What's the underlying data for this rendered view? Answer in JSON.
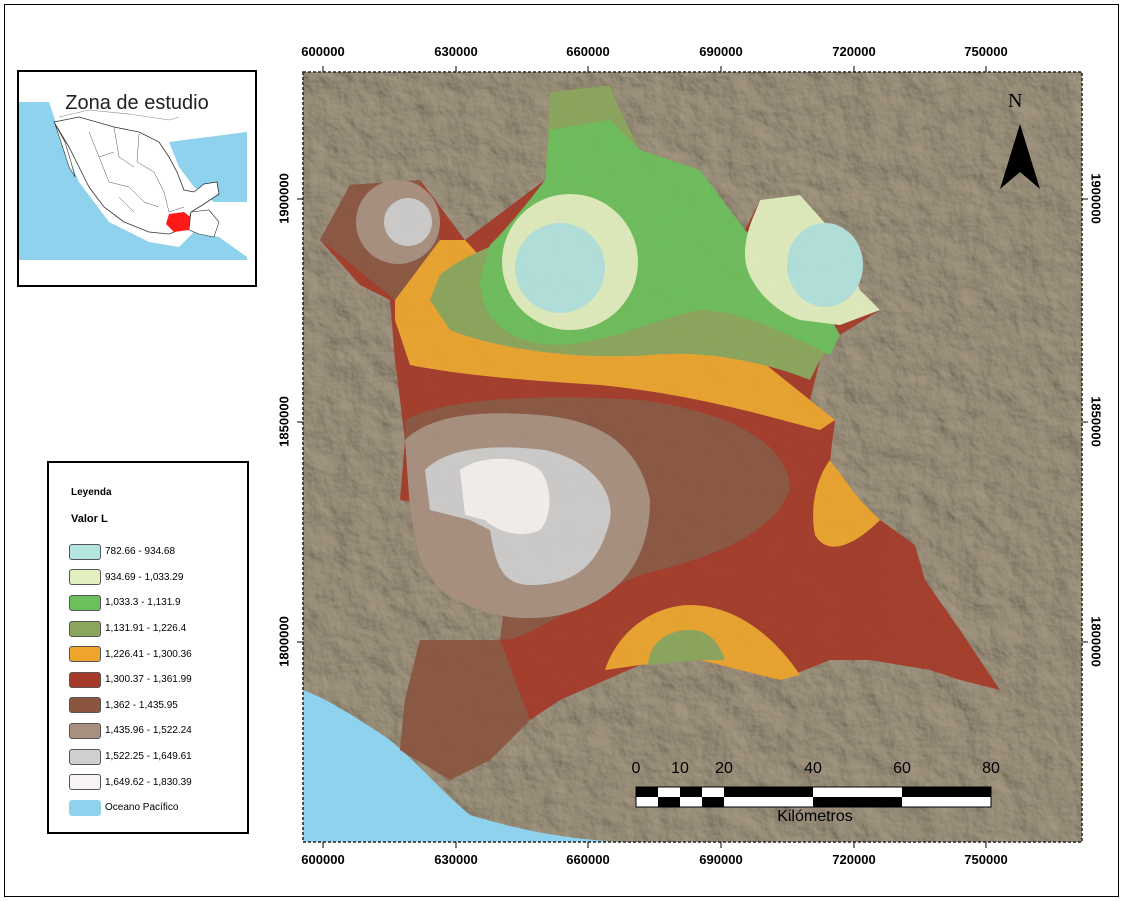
{
  "inset": {
    "title": "Zona de estudio"
  },
  "axes": {
    "x_ticks": [
      "600000",
      "630000",
      "660000",
      "690000",
      "720000",
      "750000"
    ],
    "y_ticks": [
      "1900000",
      "1850000",
      "1800000"
    ]
  },
  "legend": {
    "title": "Leyenda",
    "subtitle": "Valor L",
    "items": [
      {
        "label": "782.66 - 934.68",
        "color": "#b3e5e0"
      },
      {
        "label": "934.69 - 1,033.29",
        "color": "#e2f0c0"
      },
      {
        "label": "1,033.3 - 1,131.9",
        "color": "#6cc05c"
      },
      {
        "label": "1,131.91 - 1,226.4",
        "color": "#8aa65c"
      },
      {
        "label": "1,226.41 - 1,300.36",
        "color": "#eda52c"
      },
      {
        "label": "1,300.37 - 1,361.99",
        "color": "#a63a2a"
      },
      {
        "label": "1,362 - 1,435.95",
        "color": "#8c5540"
      },
      {
        "label": "1,435.96 - 1,522.24",
        "color": "#a89080"
      },
      {
        "label": "1,522.25 - 1,649.61",
        "color": "#cfcfcf"
      },
      {
        "label": "1,649.62 - 1,830.39",
        "color": "#f8f4f4"
      },
      {
        "label": "Oceano Pacífico",
        "color": "#8ed2ee"
      }
    ]
  },
  "north_arrow": {
    "label": "N"
  },
  "scale_bar": {
    "labels": [
      "0",
      "10",
      "20",
      "40",
      "60",
      "80"
    ],
    "units": "Kilómetros"
  },
  "colors": {
    "terrain": "#a69a84",
    "ocean": "#8ed2ee"
  }
}
